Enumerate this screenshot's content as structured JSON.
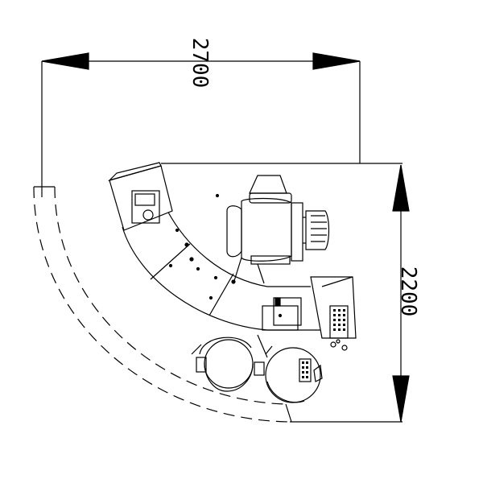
{
  "dimensions": {
    "width_label": "2700",
    "height_label": "2200"
  },
  "line_color": "#000000",
  "background_color": "#ffffff",
  "icons": [
    "dimension-arrow",
    "office-chair",
    "monitor",
    "side-chair",
    "control-panel"
  ]
}
